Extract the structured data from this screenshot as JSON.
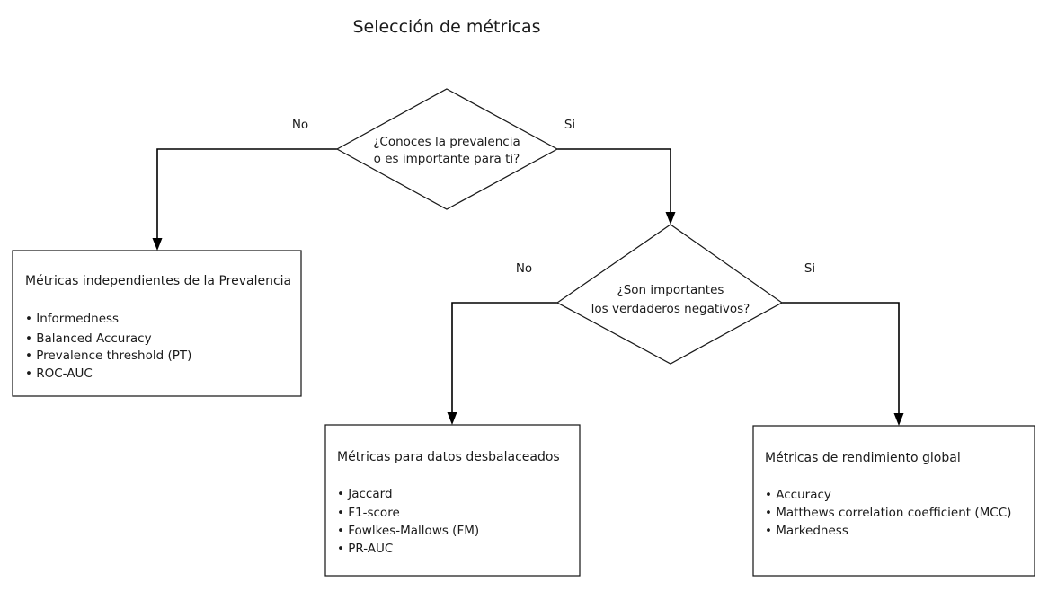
{
  "chart_data": {
    "type": "diagram",
    "title": "Selección de métricas",
    "subtype": "flowchart",
    "nodes": [
      {
        "id": "d1",
        "shape": "diamond",
        "lines": [
          "¿Conoces la prevalencia",
          "o es importante para ti?"
        ]
      },
      {
        "id": "d2",
        "shape": "diamond",
        "lines": [
          "¿Son importantes",
          "los verdaderos negativos?"
        ]
      },
      {
        "id": "b1",
        "shape": "box",
        "title": "Métricas independientes de la Prevalencia",
        "bullets": [
          "Informedness",
          "Balanced Accuracy",
          "Prevalence threshold (PT)",
          "ROC-AUC"
        ]
      },
      {
        "id": "b2",
        "shape": "box",
        "title": "Métricas para datos desbalaceados",
        "bullets": [
          "Jaccard",
          "F1-score",
          "Fowlkes-Mallows (FM)",
          "PR-AUC"
        ]
      },
      {
        "id": "b3",
        "shape": "box",
        "title": "Métricas de rendimiento global",
        "bullets": [
          "Accuracy",
          "Matthews correlation coefficient (MCC)",
          "Markedness"
        ]
      }
    ],
    "edges": [
      {
        "from": "d1",
        "to": "b1",
        "label": "No",
        "side": "left"
      },
      {
        "from": "d1",
        "to": "d2",
        "label": "Si",
        "side": "right"
      },
      {
        "from": "d2",
        "to": "b2",
        "label": "No",
        "side": "left"
      },
      {
        "from": "d2",
        "to": "b3",
        "label": "Si",
        "side": "right"
      }
    ],
    "colors": {
      "background": "#ffffff",
      "stroke": "#1a1a1a",
      "text": "#1a1a1a"
    }
  },
  "title": {
    "text": "Selección de métricas"
  },
  "decision1": {
    "line1": "¿Conoces la prevalencia",
    "line2": "o es importante para ti?",
    "label_no": "No",
    "label_si": "Si"
  },
  "decision2": {
    "line1": "¿Son importantes",
    "line2": "los verdaderos negativos?",
    "label_no": "No",
    "label_si": "Si"
  },
  "box_prevalence_independent": {
    "title": "Métricas independientes de la Prevalencia",
    "bullets": [
      "• Informedness",
      "• Balanced Accuracy",
      "• Prevalence threshold (PT)",
      "• ROC-AUC"
    ]
  },
  "box_imbalanced": {
    "title": "Métricas para datos desbalaceados",
    "bullets": [
      "• Jaccard",
      "• F1-score",
      "• Fowlkes-Mallows (FM)",
      "• PR-AUC"
    ]
  },
  "box_global_performance": {
    "title": "Métricas de rendimiento global",
    "bullets": [
      "• Accuracy",
      "• Matthews correlation coefficient (MCC)",
      "• Markedness"
    ]
  }
}
